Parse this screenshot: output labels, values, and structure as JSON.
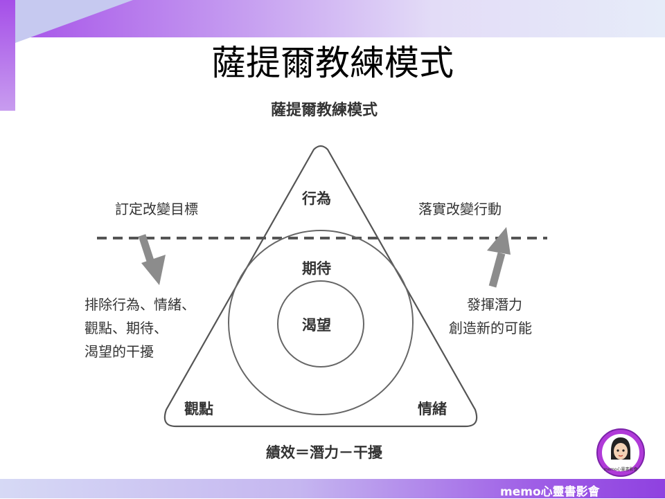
{
  "slide": {
    "title": "薩提爾教練模式"
  },
  "diagram": {
    "title": "薩提爾教練模式",
    "triangle_top": "行為",
    "triangle_left": "觀點",
    "triangle_right": "情緒",
    "outer_circle": "期待",
    "inner_circle": "渴望",
    "left_upper": "訂定改變目標",
    "right_upper": "落實改變行動",
    "left_lower": [
      "排除行為、情緒、",
      "觀點、期待、",
      "渴望的干擾"
    ],
    "right_lower": [
      "發揮潛力",
      "創造新的可能"
    ],
    "formula": "績效＝潛力－干擾"
  },
  "branding": {
    "watermark": "memo心靈書影會",
    "badge_text": "memo心靈書影會"
  },
  "colors": {
    "band_purple": "#a54fe8",
    "arrow_gray": "#8c8c8c",
    "line_gray": "#555555"
  }
}
